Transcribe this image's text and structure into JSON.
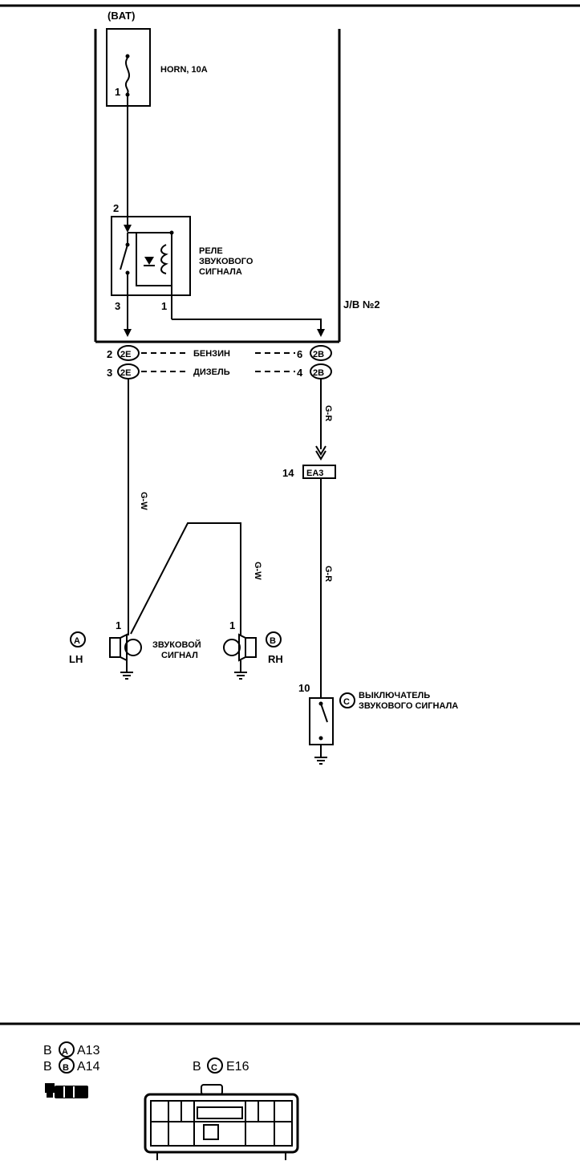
{
  "diagram": {
    "bat": "(BAT)",
    "fuse": {
      "label": "HORN, 10A",
      "pin": "1"
    },
    "relay": {
      "label_lines": [
        "РЕЛЕ",
        "ЗВУКОВОГО",
        "СИГНАЛА"
      ],
      "pin_top": "2",
      "pin_left": "3",
      "pin_right": "1"
    },
    "jb": "J/B №2",
    "junction_left": {
      "pins": [
        "2",
        "3"
      ],
      "code": "2E"
    },
    "junction_right": {
      "pins": [
        "6",
        "4"
      ],
      "code": "2B"
    },
    "variants": [
      "БЕНЗИН",
      "ДИЗЕЛЬ"
    ],
    "wires": {
      "left": "G-W",
      "horn_rh": "G-W",
      "right_upper": "G-R",
      "right_lower": "G-R"
    },
    "connector": {
      "pin": "14",
      "code": "EA3"
    },
    "horn": {
      "label_lines": [
        "ЗВУКОВОЙ",
        "СИГНАЛ"
      ],
      "lh": {
        "marker": "A",
        "side": "LH",
        "pin": "1"
      },
      "rh": {
        "marker": "B",
        "side": "RH",
        "pin": "1"
      }
    },
    "switch": {
      "marker": "C",
      "pin": "10",
      "label_lines": [
        "ВЫКЛЮЧАТЕЛЬ",
        "ЗВУКОВОГО СИГНАЛА"
      ]
    }
  },
  "legend": {
    "connectors": [
      {
        "prefix": "B",
        "marker": "A",
        "code": "A13"
      },
      {
        "prefix": "B",
        "marker": "B",
        "code": "A14"
      },
      {
        "prefix": "B",
        "marker": "C",
        "code": "E16"
      }
    ]
  }
}
